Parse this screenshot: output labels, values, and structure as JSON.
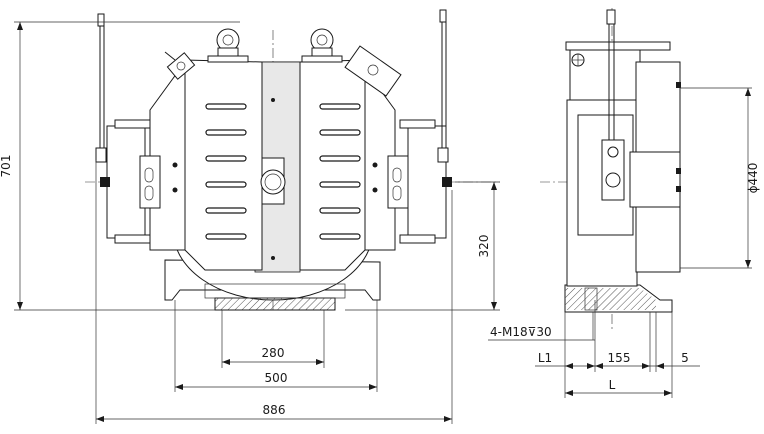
{
  "dimensions": {
    "height_total": "701",
    "shaft_height": "320",
    "diameter": "ϕ440",
    "hole_spacing": "280",
    "base_width": "500",
    "overall_width": "886",
    "bolt_spec": "4-M18⊽30",
    "l1": "L1",
    "l155": "155",
    "l5": "5",
    "l_total": "L"
  },
  "colors": {
    "line": "#1a1a1a",
    "hatch": "#555555",
    "background": "#ffffff"
  }
}
